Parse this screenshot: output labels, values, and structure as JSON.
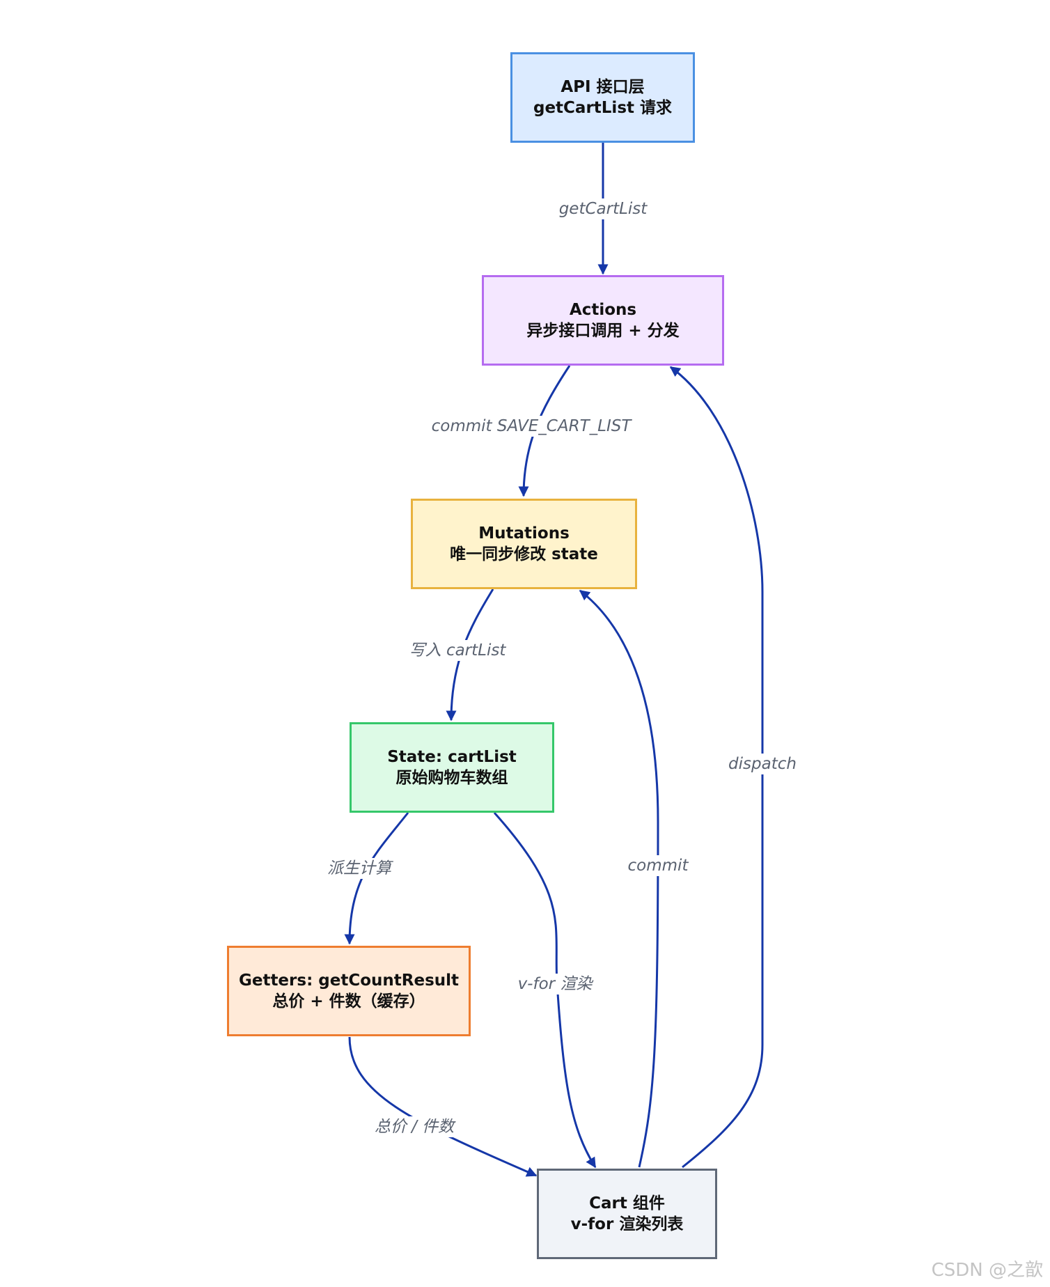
{
  "nodes": {
    "api": {
      "line1": "API 接口层",
      "line2": "getCartList 请求",
      "fill": "#dcebff",
      "border": "#4a90e2"
    },
    "actions": {
      "line1": "Actions",
      "line2": "异步接口调用 + 分发",
      "fill": "#f4e7ff",
      "border": "#b56cf0"
    },
    "mutations": {
      "line1": "Mutations",
      "line2": "唯一同步修改 state",
      "fill": "#fff3cc",
      "border": "#e8b23e"
    },
    "state": {
      "line1": "State: cartList",
      "line2": "原始购物车数组",
      "fill": "#ddfae6",
      "border": "#35c76a"
    },
    "getters": {
      "line1": "Getters: getCountResult",
      "line2": "总价 + 件数（缓存）",
      "fill": "#ffead8",
      "border": "#ee7d30"
    },
    "cart": {
      "line1": "Cart 组件",
      "line2": "v-for 渲染列表",
      "fill": "#f0f3f8",
      "border": "#5f6877"
    }
  },
  "edges": {
    "api_actions": "getCartList",
    "actions_mutations": "commit SAVE_CART_LIST",
    "mutations_state": "写入 cartList",
    "state_getters": "派生计算",
    "state_cart": "v-for 渲染",
    "getters_cart": "总价 / 件数",
    "cart_mutations": "commit",
    "cart_actions": "dispatch"
  },
  "colors": {
    "edge": "#1537a8",
    "edge_label_text": "#5a6270"
  },
  "watermark": "CSDN @之歆"
}
